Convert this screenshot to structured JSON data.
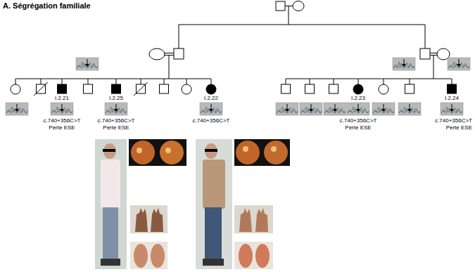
{
  "diagram": {
    "title": "A. Ségrégation familiale",
    "labels": [
      "I.2.21",
      "c.740+356C>T",
      "Perte ESE",
      "I.2.25",
      "c.740+356C>T",
      "Perte ESE",
      "I.2.22",
      "c.740+356C>T",
      "I.2.23",
      "c.740+356C>T",
      "Perte ESE",
      "I.2.24",
      "c.740+356C>T",
      "Perte ESE"
    ]
  }
}
